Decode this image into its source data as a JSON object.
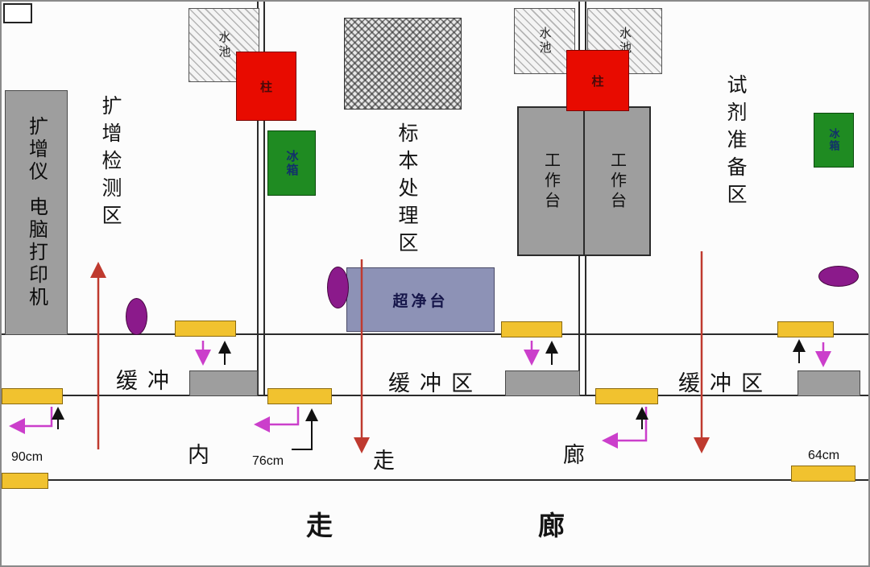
{
  "zones": {
    "amplification": "扩增检测区",
    "specimen": "标本处理区",
    "reagent": "试剂准备区"
  },
  "equipment": {
    "amplifier": "扩增仪",
    "computer_printer": "电脑打印机",
    "sink": "水池",
    "column": "柱",
    "fridge": "冰箱",
    "clean_bench": "超净台",
    "workbench": "工作台"
  },
  "areas": {
    "buffer_left": "缓冲",
    "buffer_mid": "缓冲区",
    "buffer_right": "缓冲区",
    "inner_corridor": [
      "内",
      "走",
      "廊"
    ],
    "outer_corridor": [
      "走",
      "廊"
    ]
  },
  "measurements": {
    "left": "90cm",
    "mid": "76cm",
    "right": "64cm"
  },
  "colors": {
    "door": "#f1c22f",
    "column_box": "#e80b00",
    "fridge_box": "#1f8b22",
    "clean_bench_box": "#8d92b6",
    "equipment_gray": "#9e9e9e",
    "stool": "#8b1a8b",
    "flow_arrow_red": "#bf3a2f",
    "flow_arrow_magenta": "#cb3fcb",
    "wall": "#2b2b2b"
  }
}
